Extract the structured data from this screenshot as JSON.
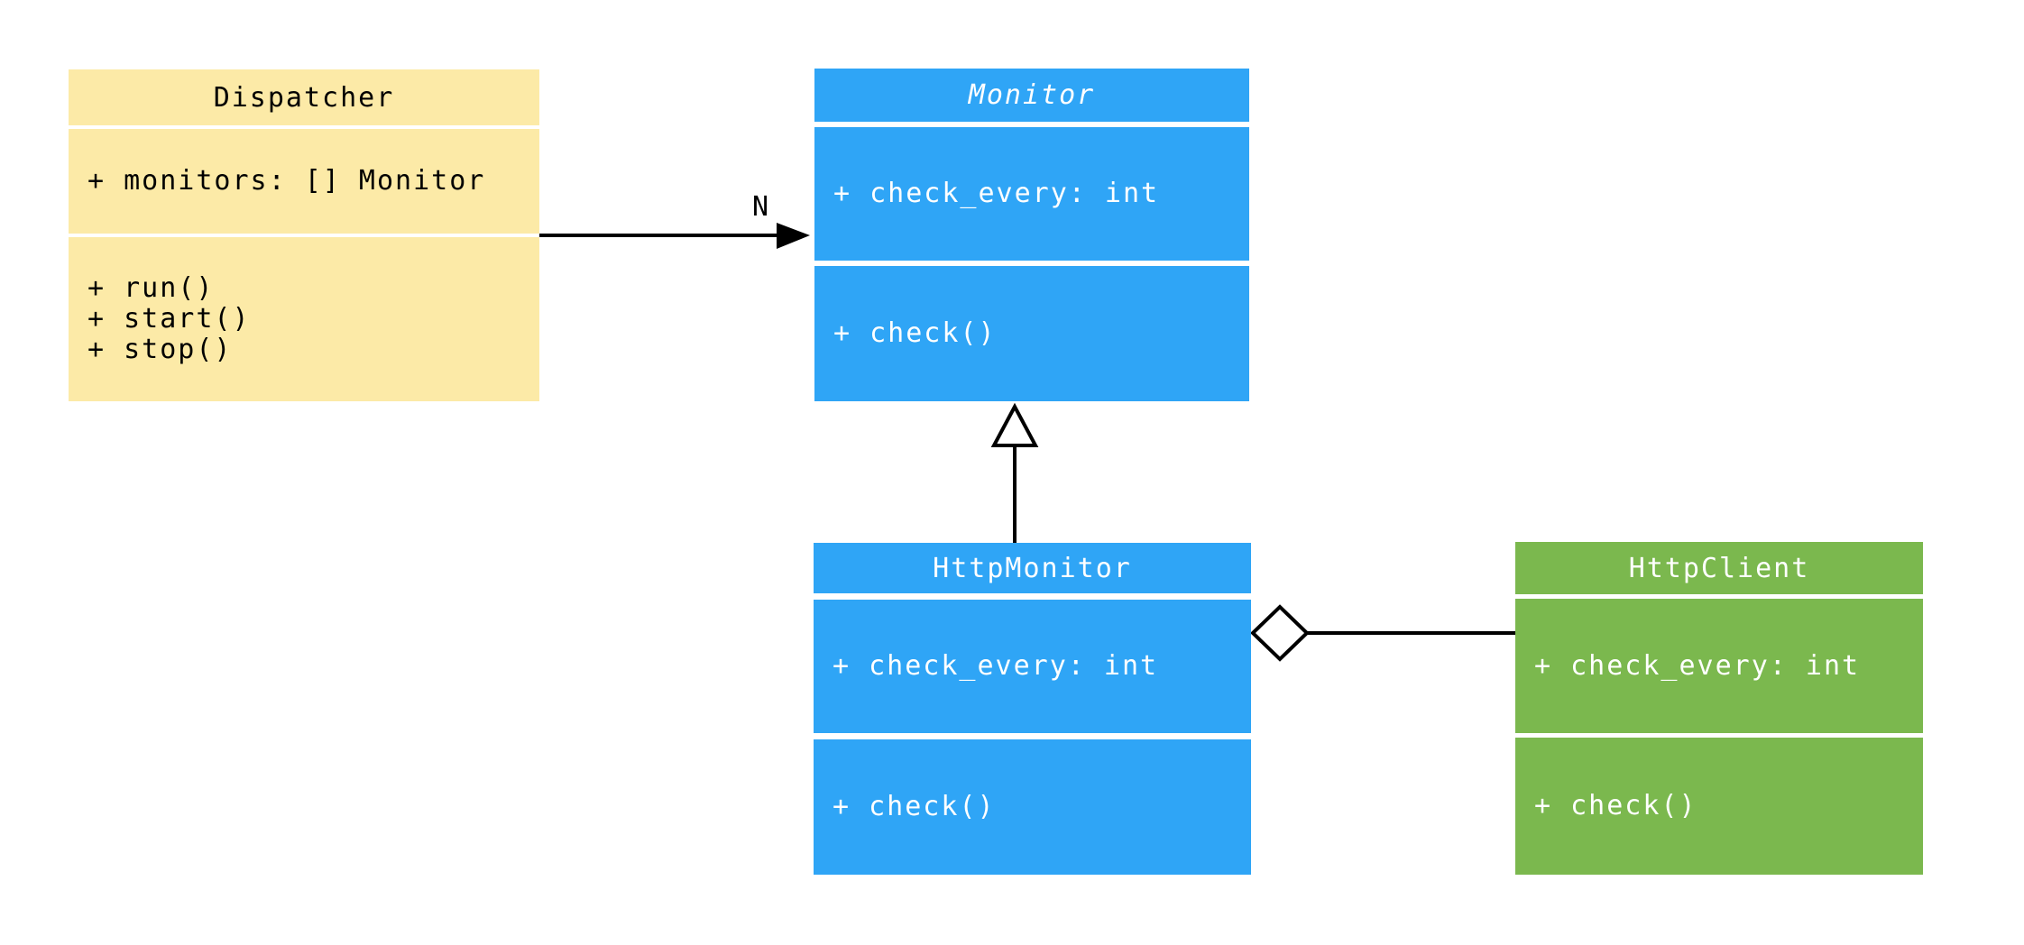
{
  "diagram": {
    "kind": "uml-class-diagram",
    "background_color": "#ffffff",
    "line_color": "#000000",
    "classes": {
      "dispatcher": {
        "name": "Dispatcher",
        "color": "#FCEAA7",
        "text_color": "#000000",
        "attributes": [
          "+ monitors: [] Monitor"
        ],
        "methods": [
          "+ run()",
          "+ start()",
          "+ stop()"
        ]
      },
      "monitor": {
        "name": "Monitor",
        "abstract": true,
        "color": "#2FA5F6",
        "text_color": "#ffffff",
        "attributes": [
          "+ check_every: int"
        ],
        "methods": [
          "+ check()"
        ]
      },
      "http_monitor": {
        "name": "HttpMonitor",
        "color": "#2FA5F6",
        "text_color": "#ffffff",
        "attributes": [
          "+ check_every: int"
        ],
        "methods": [
          "+ check()"
        ]
      },
      "http_client": {
        "name": "HttpClient",
        "color": "#7BB84E",
        "text_color": "#ffffff",
        "attributes": [
          "+ check_every: int"
        ],
        "methods": [
          "+ check()"
        ]
      }
    },
    "relations": {
      "dispatcher_monitor": {
        "type": "association",
        "from": "Dispatcher",
        "to": "Monitor",
        "label": "N"
      },
      "httpmonitor_monitor": {
        "type": "inheritance",
        "from": "HttpMonitor",
        "to": "Monitor"
      },
      "httpmonitor_httpclient": {
        "type": "aggregation",
        "from": "HttpMonitor",
        "to": "HttpClient"
      }
    }
  }
}
